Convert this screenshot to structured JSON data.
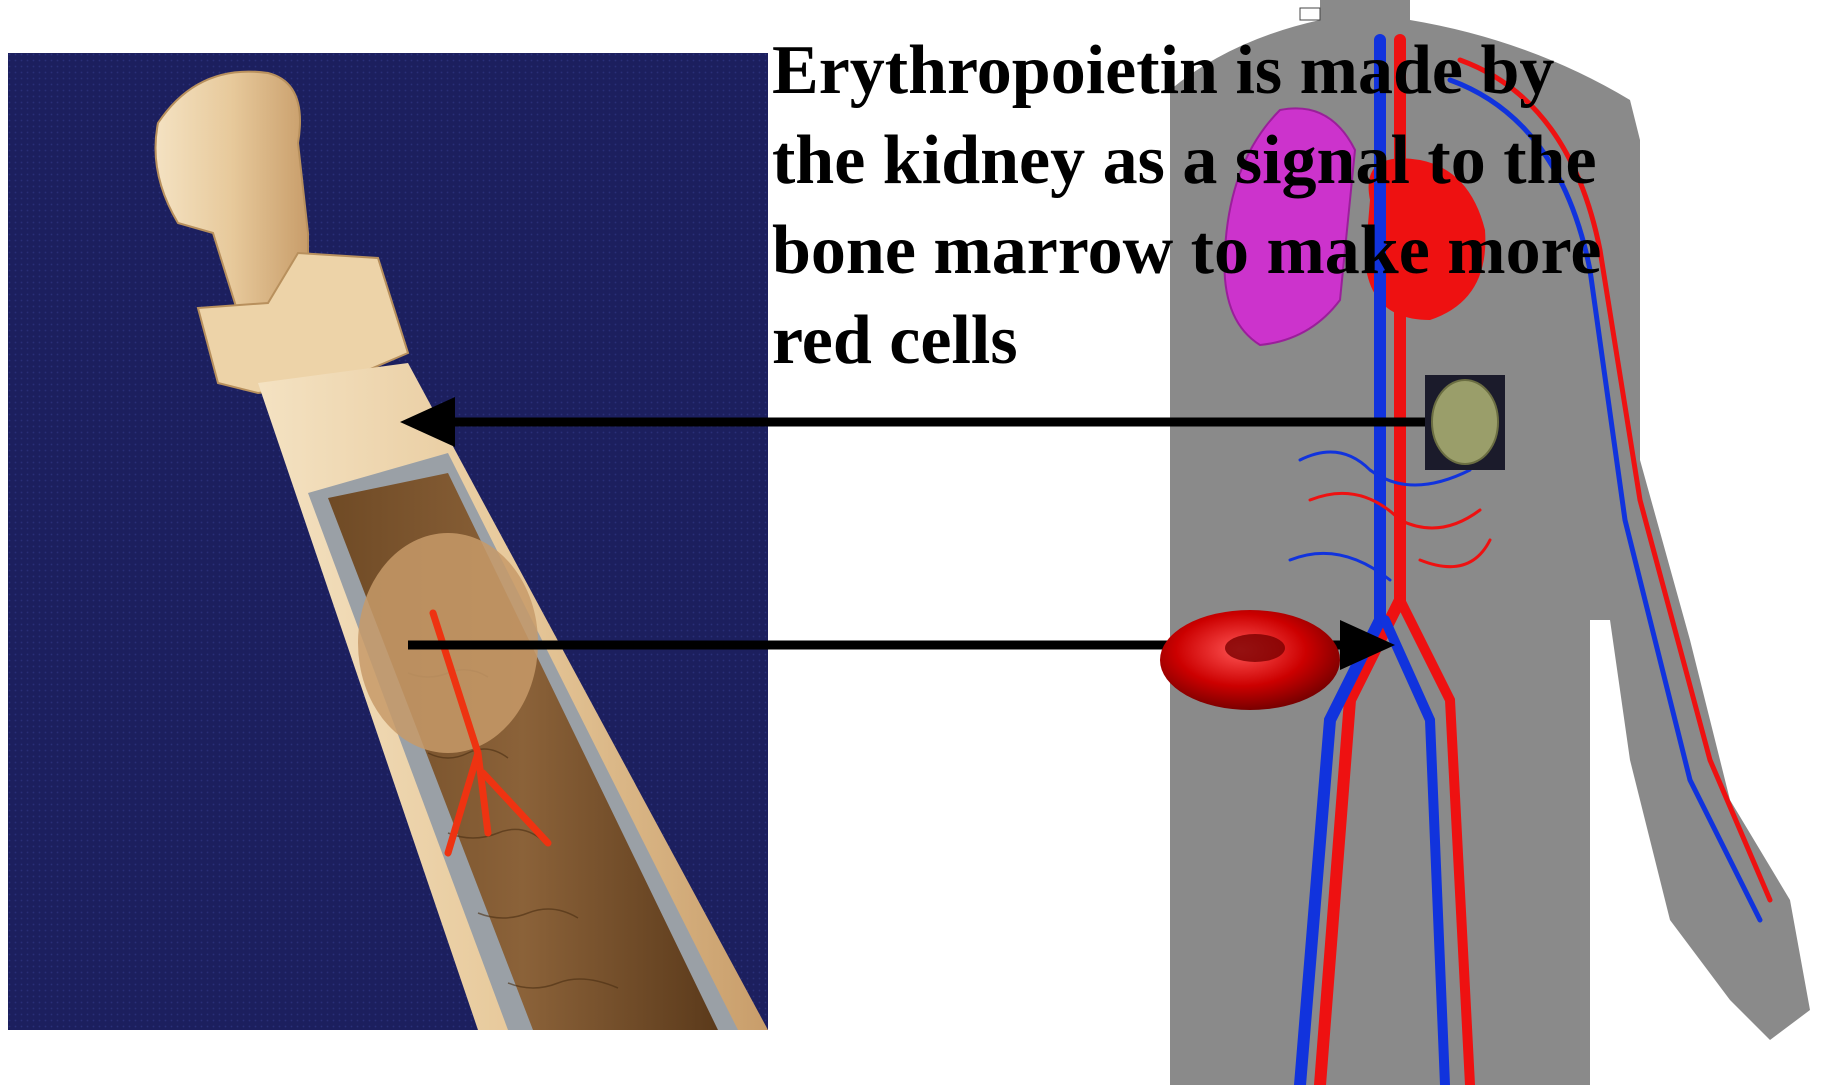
{
  "caption": {
    "lines": [
      "Erythropoietin is made by",
      "the kidney as a signal to the",
      "bone marrow to make more",
      "red cells"
    ]
  },
  "colors": {
    "bone_background": "#1c1f5e",
    "body_silhouette": "#8a8a8a",
    "artery": "#ee1111",
    "vein": "#1133dd",
    "lung": "#cc33cc",
    "marrow": "#8b6239",
    "arrow": "#000000",
    "red_cell": "#cc0000"
  }
}
